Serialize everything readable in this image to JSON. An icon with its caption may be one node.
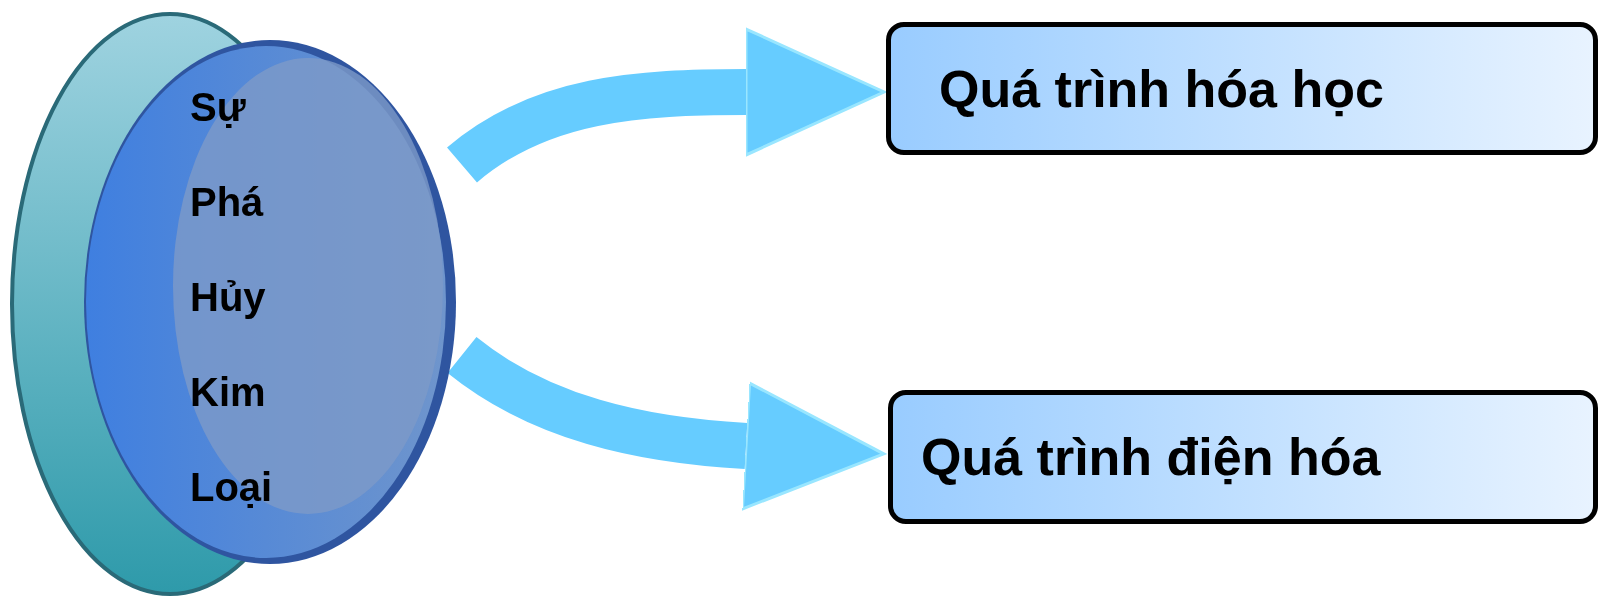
{
  "diagram": {
    "nodes": [
      {
        "text": [
          "Sự Phá Hủy Kim Loại"
        ]
      },
      {
        "text": [
          "Quá trình hóa học"
        ]
      },
      {
        "text": [
          "Quá trình điện hóa"
        ]
      }
    ],
    "edges": [
      {
        "from": 0,
        "to": 1,
        "arrow": "to"
      },
      {
        "from": 0,
        "to": 2,
        "arrow": "to"
      }
    ]
  }
}
